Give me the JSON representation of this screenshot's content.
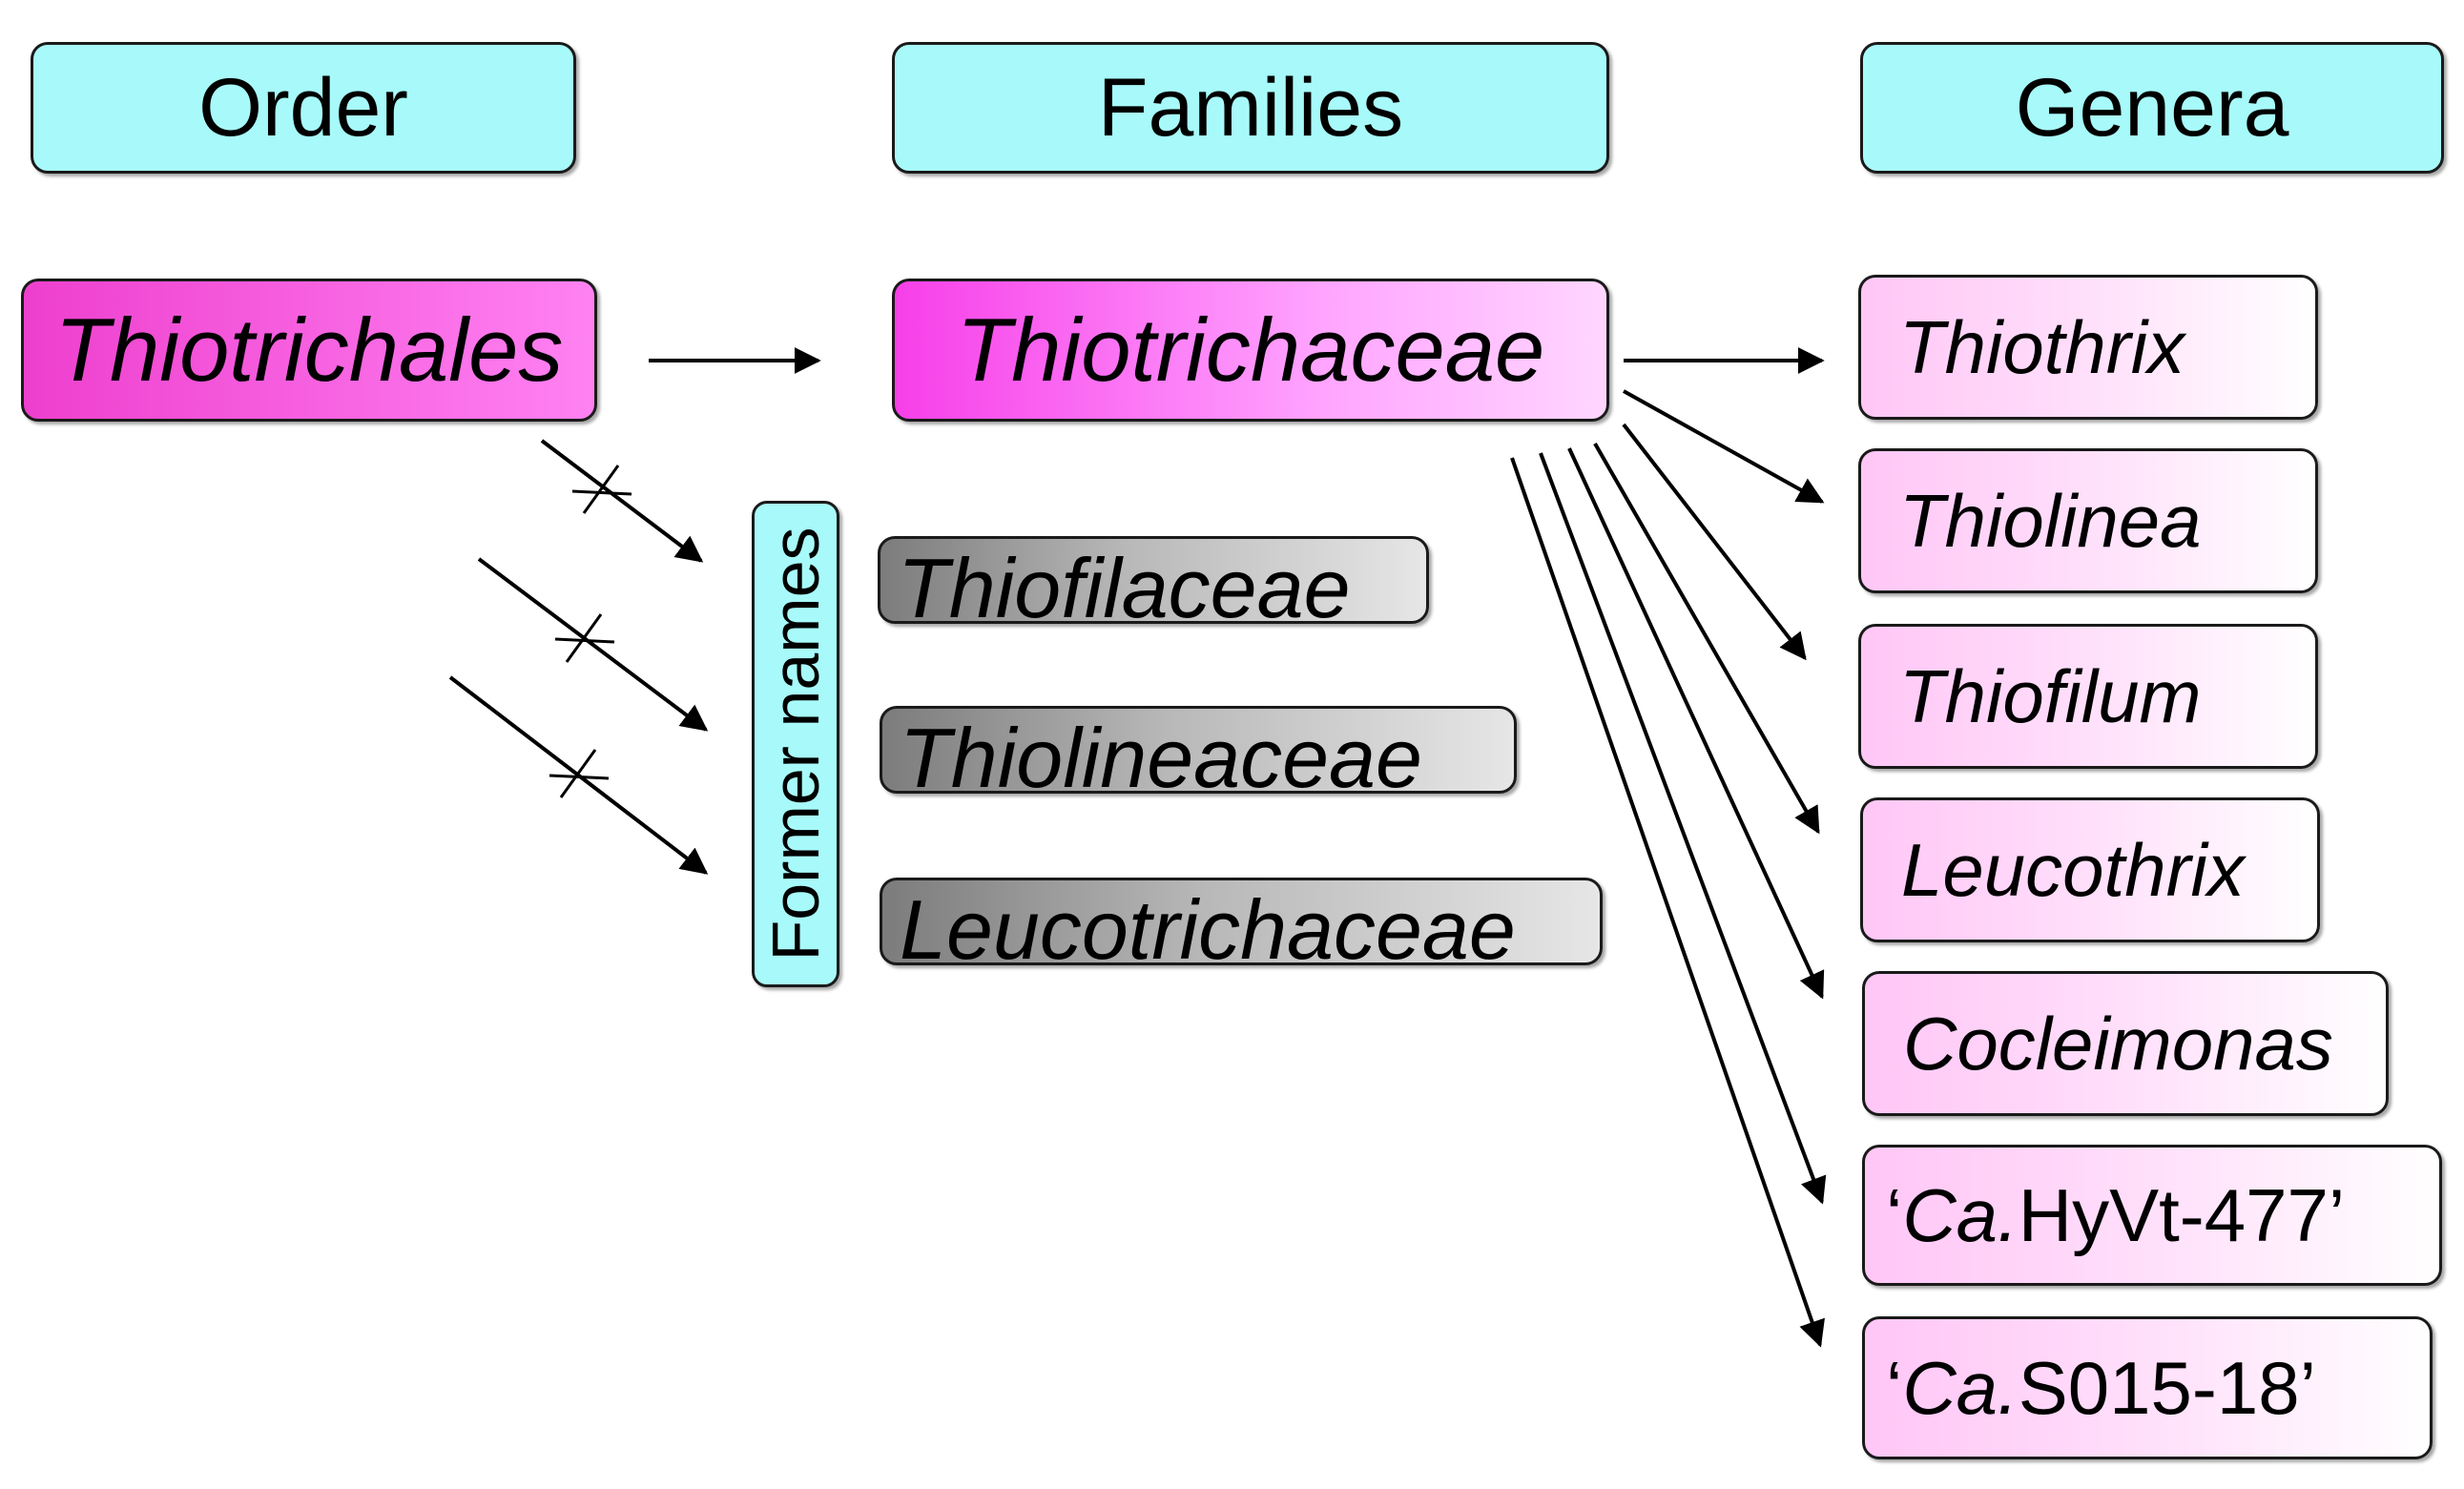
{
  "headers": {
    "order": "Order",
    "families": "Families",
    "genera": "Genera"
  },
  "order": {
    "name": "Thiotrichales"
  },
  "family": {
    "name": "Thiotrichaceae"
  },
  "former": {
    "label": "Former names",
    "names": [
      "Thiofilaceae",
      "Thiolineaceae",
      "Leucotrichaceae"
    ]
  },
  "genera": [
    {
      "name": "Thiothrix"
    },
    {
      "name": "Thiolinea"
    },
    {
      "name": "Thiofilum"
    },
    {
      "name": "Leucothrix"
    },
    {
      "name": "Cocleimonas"
    },
    {
      "open_quote": "‘",
      "abbr": "Ca.",
      "name": " HyVt-477’"
    },
    {
      "open_quote": "‘",
      "abbr": "Ca.",
      "name": " S015-18’"
    }
  ],
  "colors": {
    "header_fill": "#a8fafa",
    "order_fill": "#ee3fce",
    "family_fill": "#f73fe8",
    "genus_fill": "#ffc6f6",
    "former_fill": "#7c7c7c"
  }
}
